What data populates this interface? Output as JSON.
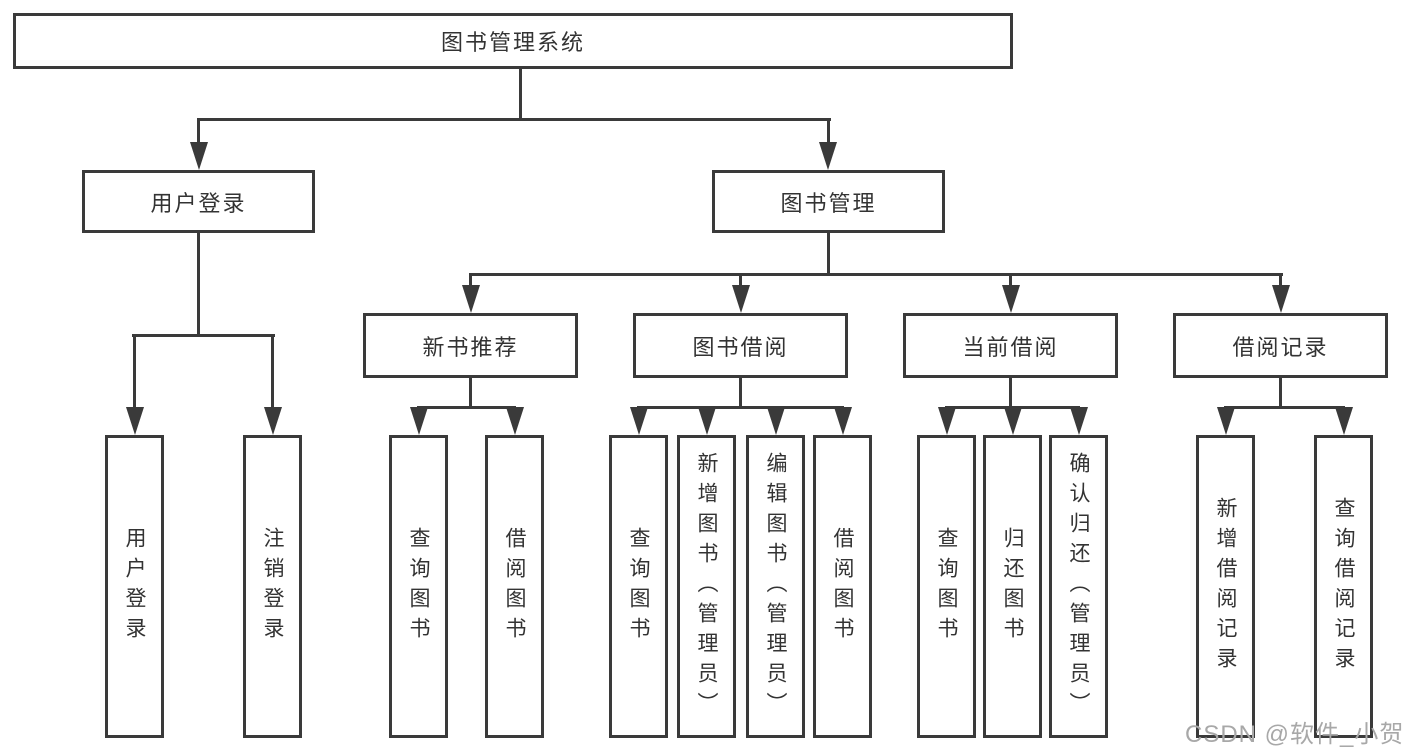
{
  "diagram": {
    "title": "图书管理系统",
    "root": {
      "label": "图书管理系统"
    },
    "level2": {
      "user_login": {
        "label": "用户登录"
      },
      "book_mgmt": {
        "label": "图书管理"
      }
    },
    "level3": {
      "new_books": {
        "label": "新书推荐"
      },
      "book_borrow": {
        "label": "图书借阅"
      },
      "current_borrow": {
        "label": "当前借阅"
      },
      "borrow_records": {
        "label": "借阅记录"
      }
    },
    "leaves": {
      "user": [
        "用户登录",
        "注销登录"
      ],
      "recommend": [
        "查询图书",
        "借阅图书"
      ],
      "borrow": [
        "查询图书",
        "新增图书（管理员）",
        "编辑图书（管理员）",
        "借阅图书"
      ],
      "current": [
        "查询图书",
        "归还图书",
        "确认归还（管理员）"
      ],
      "records": [
        "新增借阅记录",
        "查询借阅记录"
      ]
    },
    "watermark": "CSDN @软件_小贺同学",
    "colors": {
      "line": "#3a3a3a",
      "text": "#333333",
      "background": "#ffffff",
      "watermark": "#a8a8a8"
    }
  }
}
